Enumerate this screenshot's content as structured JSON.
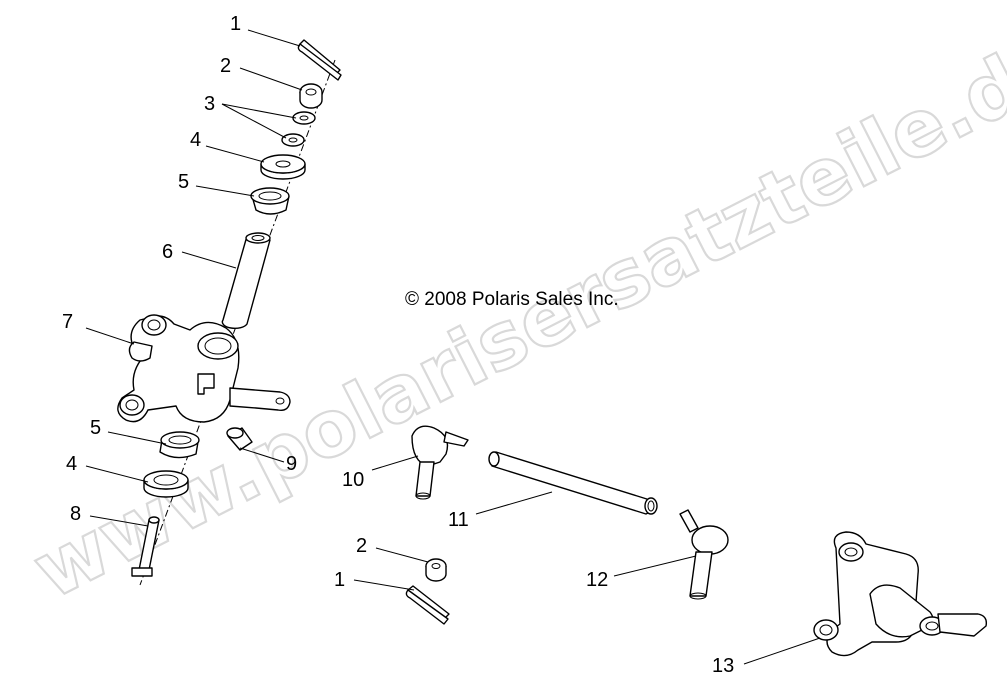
{
  "copyright": "© 2008 Polaris Sales Inc.",
  "watermark": "www.polarisersatzteile.de",
  "callouts": [
    "1",
    "2",
    "3",
    "4",
    "5",
    "6",
    "7",
    "5",
    "4",
    "8",
    "9",
    "10",
    "11",
    "12",
    "2",
    "1",
    "13"
  ]
}
